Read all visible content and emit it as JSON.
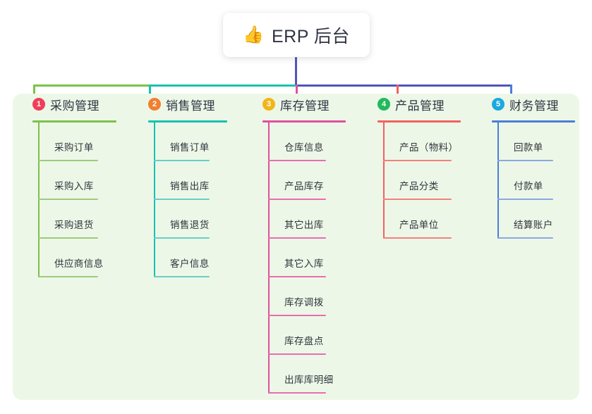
{
  "root": {
    "icon": "thumbs-up-icon",
    "emoji": "👍",
    "title": "ERP 后台"
  },
  "colors": {
    "panel_background": "#edf7e8",
    "root_connector": "#4e55bd",
    "branches": [
      "#7cc24a",
      "#16c2b0",
      "#e0509f",
      "#f2615c",
      "#4a7fd6"
    ],
    "badges": [
      "#ef3f59",
      "#f08030",
      "#f2b518",
      "#22b95b",
      "#1aa9e0"
    ],
    "leaf_lines": [
      "#9ecb7a",
      "#68cfc6",
      "#e66eb0",
      "#f4817d",
      "#8aa8e0"
    ]
  },
  "columns": [
    {
      "index": "1",
      "title": "采购管理",
      "items": [
        "采购订单",
        "采购入库",
        "采购退货",
        "供应商信息"
      ]
    },
    {
      "index": "2",
      "title": "销售管理",
      "items": [
        "销售订单",
        "销售出库",
        "销售退货",
        "客户信息"
      ]
    },
    {
      "index": "3",
      "title": "库存管理",
      "items": [
        "仓库信息",
        "产品库存",
        "其它出库",
        "其它入库",
        "库存调拨",
        "库存盘点",
        "出库库明细"
      ]
    },
    {
      "index": "4",
      "title": "产品管理",
      "items": [
        "产品（物料）",
        "产品分类",
        "产品单位"
      ]
    },
    {
      "index": "5",
      "title": "财务管理",
      "items": [
        "回款单",
        "付款单",
        "结算账户"
      ]
    }
  ]
}
